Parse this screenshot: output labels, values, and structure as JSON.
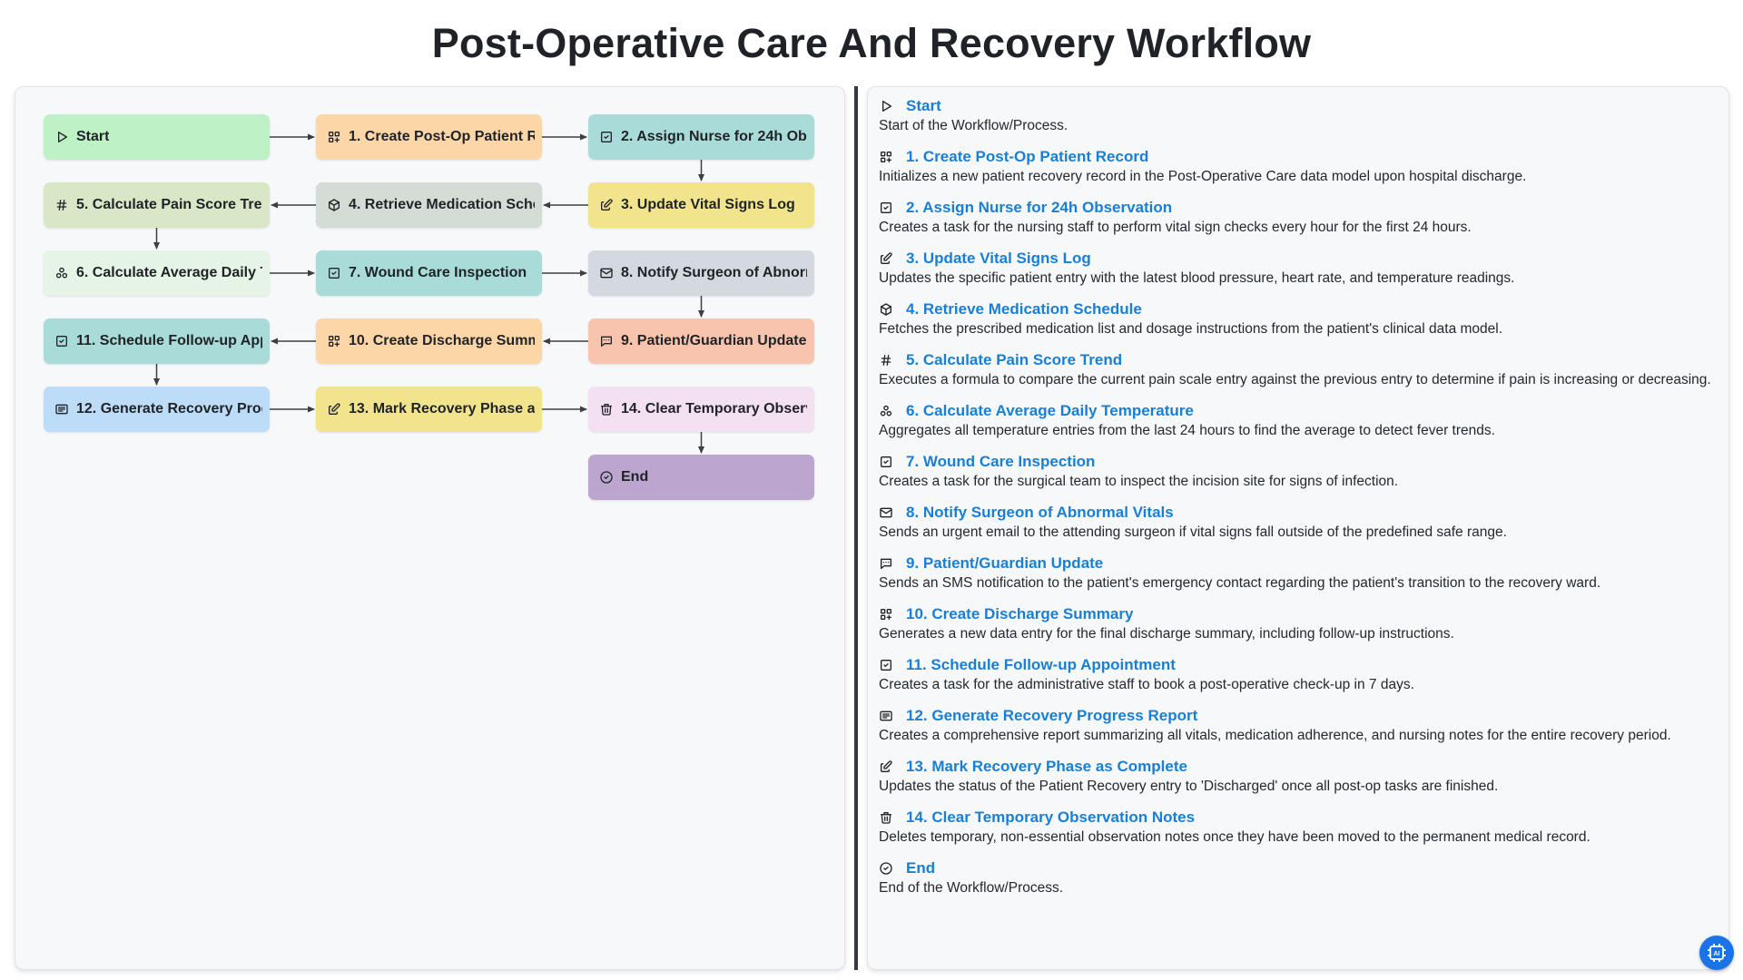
{
  "title": "Post-Operative Care And Recovery Workflow",
  "nodes": [
    {
      "id": "start",
      "label": "Start",
      "title": "Start",
      "desc": "Start of the Workflow/Process.",
      "icon": "play-icon",
      "color": "#bdf2c4"
    },
    {
      "id": "n1",
      "label": "1. Create Post-Op Patient Record",
      "title": "1. Create Post-Op Patient Record",
      "desc": "Initializes a new patient recovery record in the Post-Operative Care data model upon hospital discharge.",
      "icon": "grid-plus-icon",
      "color": "#fdd6a8"
    },
    {
      "id": "n2",
      "label": "2. Assign Nurse for 24h Observation",
      "title": "2. Assign Nurse for 24h Observation",
      "desc": "Creates a task for the nursing staff to perform vital sign checks every hour for the first 24 hours.",
      "icon": "checkbox-icon",
      "color": "#a9dcd8"
    },
    {
      "id": "n3",
      "label": "3. Update Vital Signs Log",
      "title": "3. Update Vital Signs Log",
      "desc": "Updates the specific patient entry with the latest blood pressure, heart rate, and temperature readings.",
      "icon": "edit-icon",
      "color": "#f1e48c"
    },
    {
      "id": "n4",
      "label": "4. Retrieve Medication Schedule",
      "title": "4. Retrieve Medication Schedule",
      "desc": "Fetches the prescribed medication list and dosage instructions from the patient's clinical data model.",
      "icon": "cube-icon",
      "color": "#d3ddd6"
    },
    {
      "id": "n5",
      "label": "5. Calculate Pain Score Trend",
      "title": "5. Calculate Pain Score Trend",
      "desc": "Executes a formula to compare the current pain scale entry against the previous entry to determine if pain is increasing or decreasing.",
      "icon": "hash-icon",
      "color": "#d8e8c6"
    },
    {
      "id": "n6",
      "label": "6. Calculate Average Daily Temperature",
      "title": "6. Calculate Average Daily Temperature",
      "desc": "Aggregates all temperature entries from the last 24 hours to find the average to detect fever trends.",
      "icon": "cluster-icon",
      "color": "#e5f4e4"
    },
    {
      "id": "n7",
      "label": "7. Wound Care Inspection",
      "title": "7. Wound Care Inspection",
      "desc": "Creates a task for the surgical team to inspect the incision site for signs of infection.",
      "icon": "checkbox-icon",
      "color": "#a9dcd8"
    },
    {
      "id": "n8",
      "label": "8. Notify Surgeon of Abnormal Vitals",
      "title": "8. Notify Surgeon of Abnormal Vitals",
      "desc": "Sends an urgent email to the attending surgeon if vital signs fall outside of the predefined safe range.",
      "icon": "mail-icon",
      "color": "#d3d9df"
    },
    {
      "id": "n9",
      "label": "9. Patient/Guardian Update",
      "title": "9. Patient/Guardian Update",
      "desc": "Sends an SMS notification to the patient's emergency contact regarding the patient's transition to the recovery ward.",
      "icon": "message-icon",
      "color": "#f9c4ad"
    },
    {
      "id": "n10",
      "label": "10. Create Discharge Summary",
      "title": "10. Create Discharge Summary",
      "desc": "Generates a new data entry for the final discharge summary, including follow-up instructions.",
      "icon": "grid-plus-icon",
      "color": "#fdd6a8"
    },
    {
      "id": "n11",
      "label": "11. Schedule Follow-up Appointment",
      "title": "11. Schedule Follow-up Appointment",
      "desc": "Creates a task for the administrative staff to book a post-operative check-up in 7 days.",
      "icon": "checkbox-icon",
      "color": "#a9dcd8"
    },
    {
      "id": "n12",
      "label": "12. Generate Recovery Progress Report",
      "title": "12. Generate Recovery Progress Report",
      "desc": "Creates a comprehensive report summarizing all vitals, medication adherence, and nursing notes for the entire recovery period.",
      "icon": "report-icon",
      "color": "#bcdcf8"
    },
    {
      "id": "n13",
      "label": "13. Mark Recovery Phase as Complete",
      "title": "13. Mark Recovery Phase as Complete",
      "desc": "Updates the status of the Patient Recovery entry to 'Discharged' once all post-op tasks are finished.",
      "icon": "edit-icon",
      "color": "#f1e48c"
    },
    {
      "id": "n14",
      "label": "14. Clear Temporary Observation Notes",
      "title": "14. Clear Temporary Observation Notes",
      "desc": "Deletes temporary, non-essential observation notes once they have been moved to the permanent medical record.",
      "icon": "trash-icon",
      "color": "#f3e0f1"
    },
    {
      "id": "end",
      "label": "End",
      "title": "End",
      "desc": "End of the Workflow/Process.",
      "icon": "check-circle-icon",
      "color": "#bca6cf"
    }
  ],
  "colors": {
    "title_link": "#1a7fd4",
    "splitter": "#343a40",
    "badge": "#1a73e8"
  },
  "badge_icon": "ai-chip-icon"
}
